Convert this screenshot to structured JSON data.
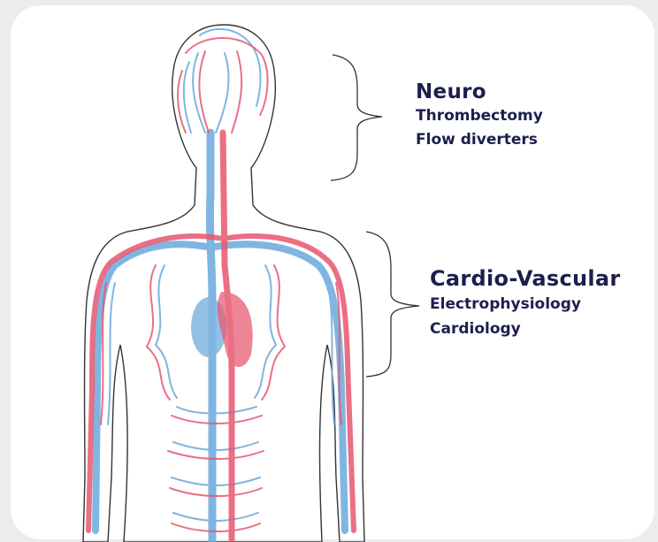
{
  "sections": {
    "neuro": {
      "title": "Neuro",
      "items": [
        "Thrombectomy",
        "Flow diverters"
      ]
    },
    "cardio": {
      "title": "Cardio-Vascular",
      "items": [
        "Electrophysiology",
        "Cardiology"
      ]
    }
  },
  "colors": {
    "text": "#1c1f4e",
    "artery": "#e8576f",
    "vein": "#6aa9dc",
    "outline": "#333333",
    "card": "#ffffff"
  }
}
